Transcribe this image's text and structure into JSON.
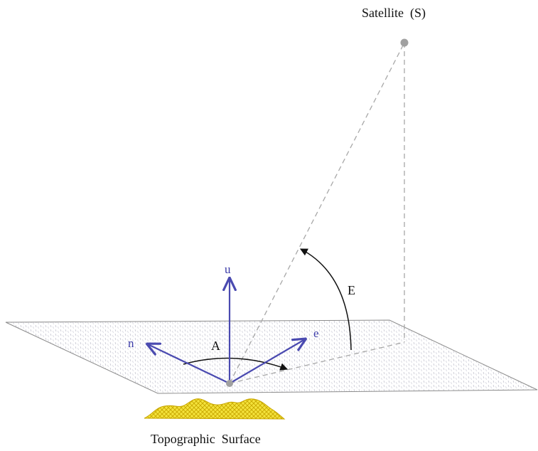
{
  "labels": {
    "satellite": "Satellite  (S)",
    "topographic_surface": "Topographic  Surface",
    "vector_u": "u",
    "vector_n": "n",
    "vector_e": "e",
    "azimuth": "A",
    "elevation": "E"
  },
  "colors": {
    "vector": "#4a4ab0",
    "dashed_line": "#a8a8a8",
    "point": "#a0a0a0",
    "plane_outline": "#8c8c8c",
    "plane_hatch": "#c6c6d0",
    "terrain_fill": "#f2e13a",
    "terrain_hatch": "#c9a800",
    "arc": "#111111"
  }
}
